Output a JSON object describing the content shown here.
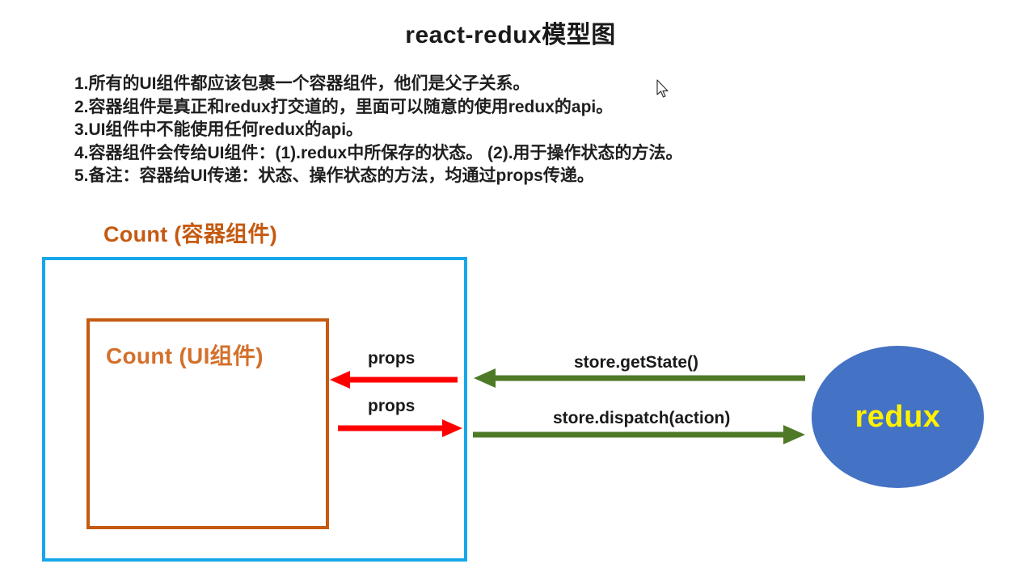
{
  "title": "react-redux模型图",
  "notes": [
    "1.所有的UI组件都应该包裹一个容器组件，他们是父子关系。",
    "2.容器组件是真正和redux打交道的，里面可以随意的使用redux的api。",
    "3.UI组件中不能使用任何redux的api。",
    "4.容器组件会传给UI组件：(1).redux中所保存的状态。  (2).用于操作状态的方法。",
    "5.备注：容器给UI传递：状态、操作状态的方法，均通过props传递。"
  ],
  "diagram": {
    "container_label": "Count (容器组件)",
    "ui_label": "Count (UI组件)",
    "redux_label": "redux",
    "arrows": [
      {
        "name": "props-to-ui",
        "label": "props",
        "direction": "left",
        "color": "#FF0000"
      },
      {
        "name": "props-from-ui",
        "label": "props",
        "direction": "right",
        "color": "#FF0000"
      },
      {
        "name": "get-state",
        "label": "store.getState()",
        "direction": "left",
        "color": "#4E7A27"
      },
      {
        "name": "dispatch",
        "label": "store.dispatch(action)",
        "direction": "right",
        "color": "#4E7A27"
      }
    ]
  },
  "colors": {
    "container_border": "#16A7EA",
    "ui_border": "#C55A11",
    "container_label": "#C55A11",
    "ui_label": "#D4702A",
    "redux_fill": "#4472C4",
    "redux_text": "#FFF200",
    "props_arrow": "#FF0000",
    "store_arrow": "#4E7A27",
    "background": "#FFFFFF"
  }
}
